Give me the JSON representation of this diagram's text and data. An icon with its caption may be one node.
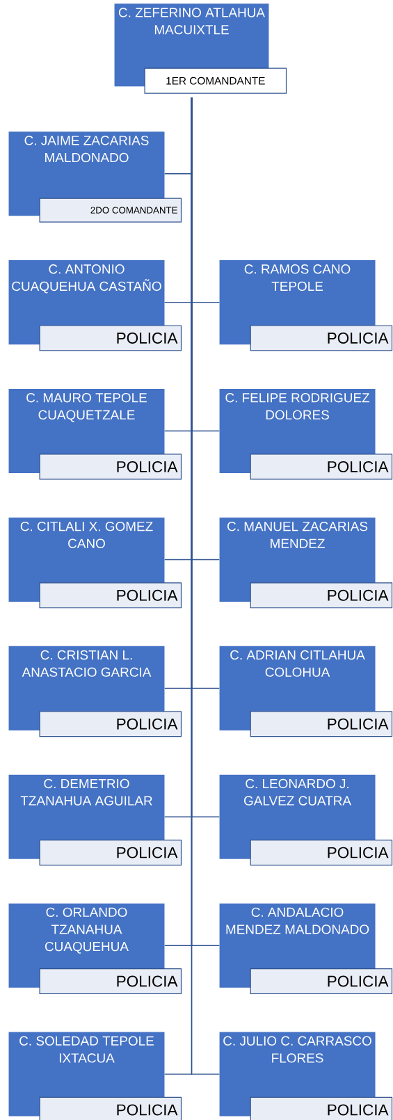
{
  "diagram": {
    "nodes": [
      {
        "text": [
          "C. ZEFERINO ATLAHUA MACUIXTLE",
          "1ER COMANDANTE"
        ]
      },
      {
        "text": [
          "C. JAIME ZACARIAS MALDONADO",
          "2DO COMANDANTE"
        ]
      },
      {
        "text": [
          "C. ANTONIO CUAQUEHUA CASTAÑO",
          "POLICIA"
        ]
      },
      {
        "text": [
          "C. RAMOS CANO TEPOLE",
          "POLICIA"
        ]
      },
      {
        "text": [
          "C. MAURO TEPOLE CUAQUETZALE",
          "POLICIA"
        ]
      },
      {
        "text": [
          "C. FELIPE RODRIGUEZ DOLORES",
          "POLICIA"
        ]
      },
      {
        "text": [
          "C. CITLALI X. GOMEZ CANO",
          "POLICIA"
        ]
      },
      {
        "text": [
          "C. MANUEL ZACARIAS MENDEZ",
          "POLICIA"
        ]
      },
      {
        "text": [
          "C. CRISTIAN L. ANASTACIO GARCIA",
          "POLICIA"
        ]
      },
      {
        "text": [
          "C. ADRIAN CITLAHUA COLOHUA",
          "POLICIA"
        ]
      },
      {
        "text": [
          "C. DEMETRIO TZANAHUA AGUILAR",
          "POLICIA"
        ]
      },
      {
        "text": [
          "C. LEONARDO J. GALVEZ CUATRA",
          "POLICIA"
        ]
      },
      {
        "text": [
          "C. ORLANDO TZANAHUA CUAQUEHUA",
          "POLICIA"
        ]
      },
      {
        "text": [
          "C. ANDALACIO MENDEZ MALDONADO",
          "POLICIA"
        ]
      },
      {
        "text": [
          "C. SOLEDAD TEPOLE IXTACUA",
          "POLICIA"
        ]
      },
      {
        "text": [
          "C. JULIO C. CARRASCO FLORES",
          "POLICIA"
        ]
      }
    ],
    "edges": [
      {
        "from": 0,
        "to": 1,
        "arrow": "none"
      },
      {
        "from": 0,
        "to": 2,
        "arrow": "none"
      },
      {
        "from": 0,
        "to": 3,
        "arrow": "none"
      },
      {
        "from": 0,
        "to": 4,
        "arrow": "none"
      },
      {
        "from": 0,
        "to": 5,
        "arrow": "none"
      },
      {
        "from": 0,
        "to": 6,
        "arrow": "none"
      },
      {
        "from": 0,
        "to": 7,
        "arrow": "none"
      },
      {
        "from": 0,
        "to": 8,
        "arrow": "none"
      },
      {
        "from": 0,
        "to": 9,
        "arrow": "none"
      },
      {
        "from": 0,
        "to": 10,
        "arrow": "none"
      },
      {
        "from": 0,
        "to": 11,
        "arrow": "none"
      },
      {
        "from": 0,
        "to": 12,
        "arrow": "none"
      },
      {
        "from": 0,
        "to": 13,
        "arrow": "none"
      },
      {
        "from": 0,
        "to": 14,
        "arrow": "none"
      },
      {
        "from": 0,
        "to": 15,
        "arrow": "none"
      }
    ]
  }
}
